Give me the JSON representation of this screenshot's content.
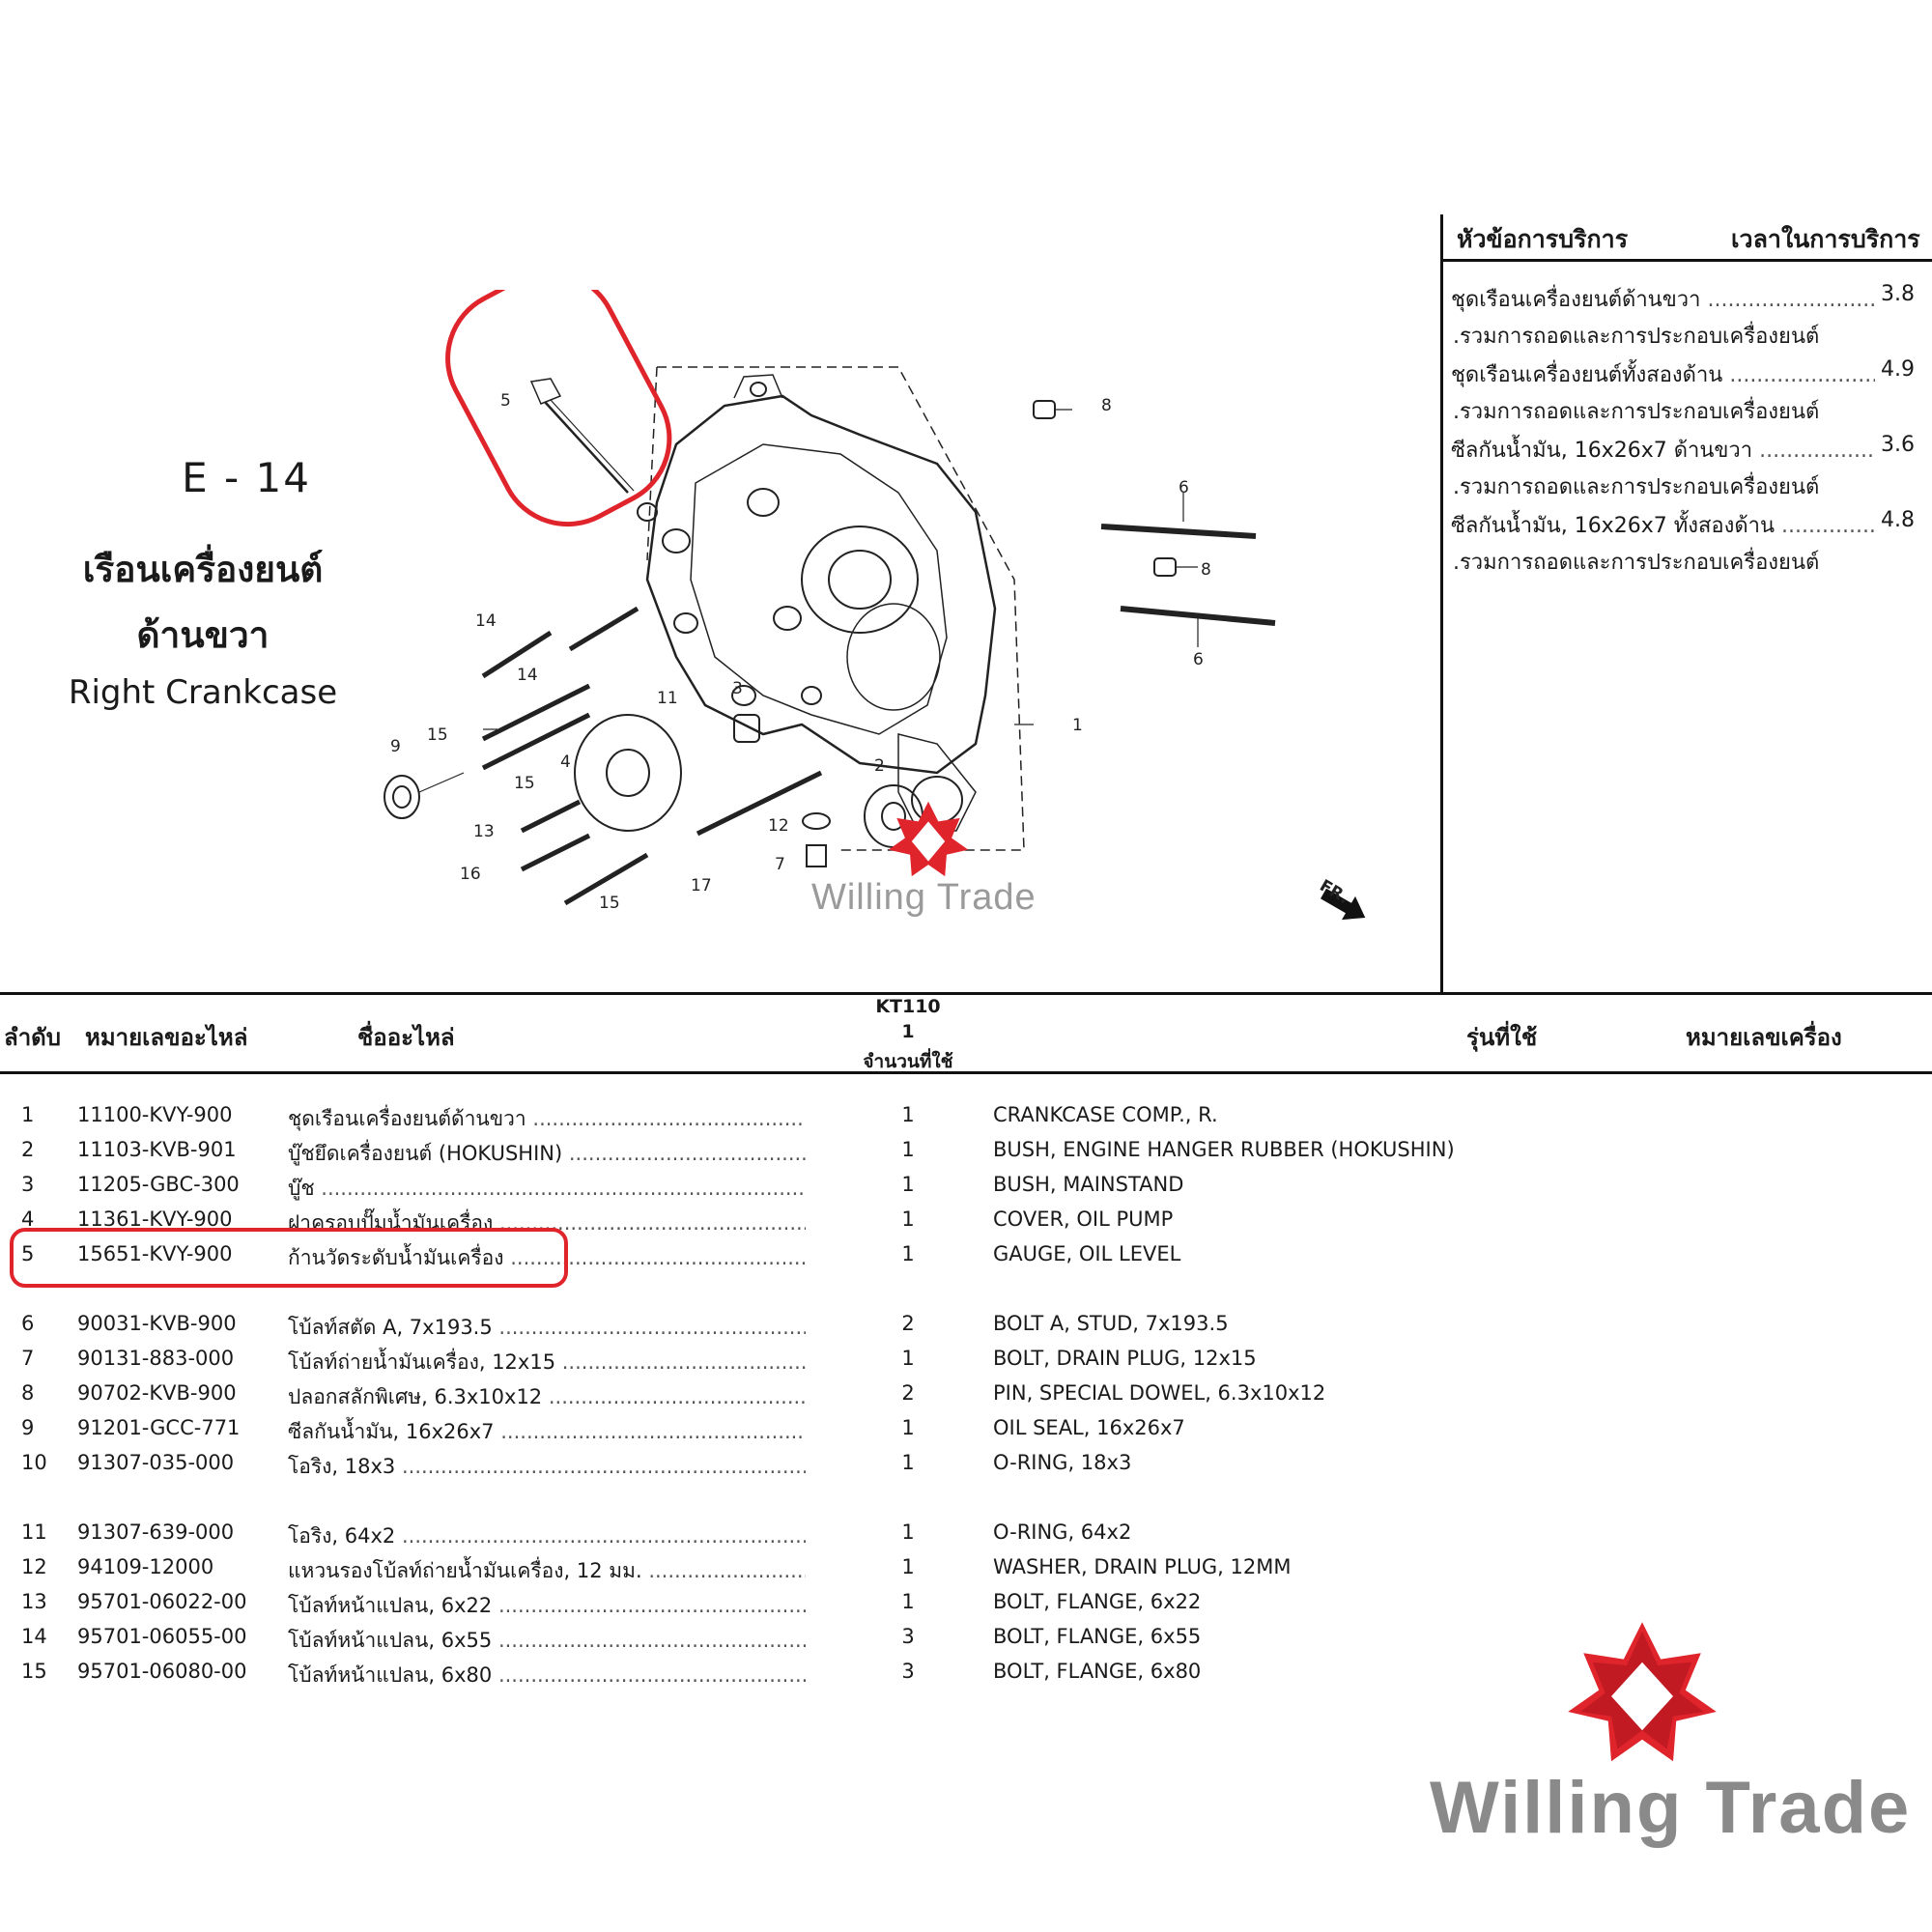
{
  "section": {
    "code": "E - 14",
    "title_th_line1": "เรือนเครื่องยนต์",
    "title_th_line2": "ด้านขวา",
    "title_en": "Right Crankcase"
  },
  "diagram": {
    "callouts": [
      "5",
      "8",
      "6",
      "8",
      "6",
      "14",
      "14",
      "3",
      "11",
      "1",
      "15",
      "9",
      "4",
      "15",
      "2",
      "13",
      "12",
      "7",
      "16",
      "17",
      "15"
    ],
    "front_label": "FR."
  },
  "service_panel": {
    "header_topic": "หัวข้อการบริการ",
    "header_time": "เวลาในการบริการ",
    "items": [
      {
        "name": "ชุดเรือนเครื่องยนต์ด้านขวา",
        "time": "3.8",
        "note": ".รวมการถอดและการประกอบเครื่องยนต์"
      },
      {
        "name": "ชุดเรือนเครื่องยนต์ทั้งสองด้าน",
        "time": "4.9",
        "note": ".รวมการถอดและการประกอบเครื่องยนต์"
      },
      {
        "name": "ซีลกันน้ำมัน, 16x26x7 ด้านขวา",
        "time": "3.6",
        "note": ".รวมการถอดและการประกอบเครื่องยนต์"
      },
      {
        "name": "ซีลกันน้ำมัน, 16x26x7 ทั้งสองด้าน",
        "time": "4.8",
        "note": ".รวมการถอดและการประกอบเครื่องยนต์"
      }
    ]
  },
  "table": {
    "headers": {
      "no": "ลำดับ",
      "part_no": "หมายเลขอะไหล่",
      "part_name": "ชื่ออะไหล่",
      "model": "KT110",
      "model_col": "1",
      "qty": "จำนวนที่ใช้",
      "applicable": "รุ่นที่ใช้",
      "engine_no": "หมายเลขเครื่อง"
    },
    "rows": [
      {
        "no": "1",
        "part": "11100-KVY-900",
        "th": "ชุดเรือนเครื่องยนต์ด้านขวา",
        "qty": "1",
        "en": "CRANKCASE COMP., R."
      },
      {
        "no": "2",
        "part": "11103-KVB-901",
        "th": "บู๊ชยึดเครื่องยนต์ (HOKUSHIN)",
        "qty": "1",
        "en": "BUSH, ENGINE HANGER RUBBER (HOKUSHIN)"
      },
      {
        "no": "3",
        "part": "11205-GBC-300",
        "th": "บู๊ช",
        "qty": "1",
        "en": "BUSH, MAINSTAND"
      },
      {
        "no": "4",
        "part": "11361-KVY-900",
        "th": "ฝาครอบปั๊มน้ำมันเครื่อง",
        "qty": "1",
        "en": "COVER, OIL PUMP"
      },
      {
        "no": "5",
        "part": "15651-KVY-900",
        "th": "ก้านวัดระดับน้ำมันเครื่อง",
        "qty": "1",
        "en": "GAUGE, OIL LEVEL"
      },
      {
        "no": "6",
        "part": "90031-KVB-900",
        "th": "โบ้ลท์สตัด A, 7x193.5",
        "qty": "2",
        "en": "BOLT A, STUD, 7x193.5"
      },
      {
        "no": "7",
        "part": "90131-883-000",
        "th": "โบ้ลท์ถ่ายน้ำมันเครื่อง, 12x15",
        "qty": "1",
        "en": "BOLT, DRAIN PLUG, 12x15"
      },
      {
        "no": "8",
        "part": "90702-KVB-900",
        "th": "ปลอกสลักพิเศษ, 6.3x10x12",
        "qty": "2",
        "en": "PIN, SPECIAL DOWEL, 6.3x10x12"
      },
      {
        "no": "9",
        "part": "91201-GCC-771",
        "th": "ซีลกันน้ำมัน, 16x26x7",
        "qty": "1",
        "en": "OIL SEAL, 16x26x7"
      },
      {
        "no": "10",
        "part": "91307-035-000",
        "th": "โอริง, 18x3",
        "qty": "1",
        "en": "O-RING, 18x3"
      },
      {
        "no": "11",
        "part": "91307-639-000",
        "th": "โอริง, 64x2",
        "qty": "1",
        "en": "O-RING, 64x2"
      },
      {
        "no": "12",
        "part": "94109-12000",
        "th": "แหวนรองโบ้ลท์ถ่ายน้ำมันเครื่อง, 12 มม.",
        "qty": "1",
        "en": "WASHER, DRAIN PLUG, 12MM"
      },
      {
        "no": "13",
        "part": "95701-06022-00",
        "th": "โบ้ลท์หน้าแปลน, 6x22",
        "qty": "1",
        "en": "BOLT, FLANGE, 6x22"
      },
      {
        "no": "14",
        "part": "95701-06055-00",
        "th": "โบ้ลท์หน้าแปลน, 6x55",
        "qty": "3",
        "en": "BOLT, FLANGE, 6x55"
      },
      {
        "no": "15",
        "part": "95701-06080-00",
        "th": "โบ้ลท์หน้าแปลน, 6x80",
        "qty": "3",
        "en": "BOLT, FLANGE, 6x80"
      }
    ]
  },
  "brand": {
    "name": "Willing Trade",
    "accent": "#e0242b",
    "logo_icon": "star-octagram-icon"
  }
}
